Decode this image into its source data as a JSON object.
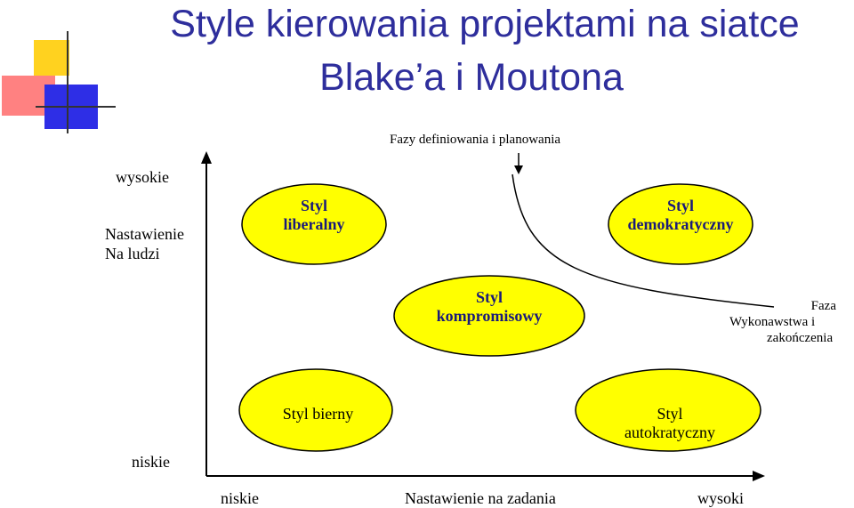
{
  "title": {
    "line1": "Style kierowania projektami na siatce",
    "line2": "Blake’a i Moutona"
  },
  "y_axis": {
    "high": "wysokie",
    "label_line1": "Nastawienie",
    "label_line2": "Na ludzi",
    "low": "niskie"
  },
  "x_axis": {
    "low": "niskie",
    "label": "Nastawienie na zadania",
    "high": "wysoki"
  },
  "phases": {
    "planning": "Fazy  definiowania i planowania",
    "execution_line1": "Faza",
    "execution_line2": "Wykonawstwa i",
    "execution_line3": "zakończenia"
  },
  "styles": {
    "liberal": {
      "line1": "Styl",
      "line2": "liberalny"
    },
    "democratic": {
      "line1": "Styl",
      "line2": "demokratyczny"
    },
    "compromise": {
      "line1": "Styl",
      "line2": "kompromisowy"
    },
    "passive": {
      "line1": "Styl bierny"
    },
    "autocratic": {
      "line1": "Styl",
      "line2": "autokratyczny"
    }
  },
  "colors": {
    "title": "#2e2e9c",
    "ellipse_fill": "#ffff00",
    "logo_yellow": "#ffd21f",
    "logo_red": "#ff4d4d",
    "logo_blue": "#2e2ee6"
  }
}
